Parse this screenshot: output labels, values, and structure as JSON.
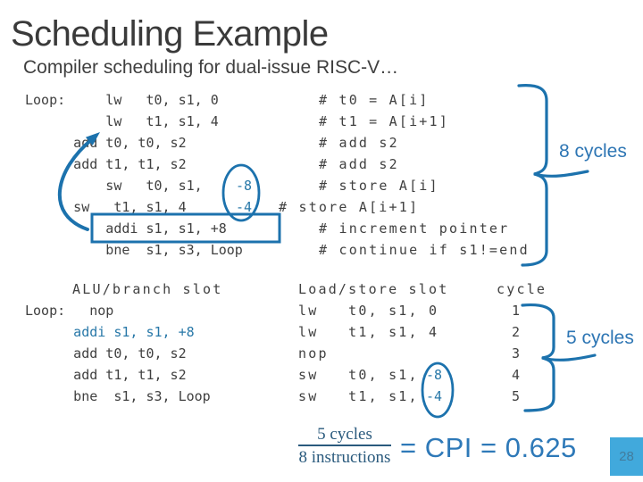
{
  "title": "Scheduling Example",
  "subtitle": "Compiler scheduling for dual-issue RISC-V…",
  "colors": {
    "ink_blue": "#1c72ad",
    "code_text": "#404040",
    "highlight_code_blue": "#2878a8",
    "cycles_label_blue": "#2e76b4",
    "formula_navy": "#2a5a7d",
    "formula_blue": "#2e79b8",
    "badge_bg": "#41a9dc",
    "badge_text": "#437c9d"
  },
  "code_block": {
    "lines": [
      {
        "code": "Loop:     lw   t0, s1, 0",
        "comment": "# t0 = A[i]"
      },
      {
        "code": "          lw   t1, s1, 4",
        "comment": "# t1 = A[i+1]"
      },
      {
        "code": "      add t0, t0, s2",
        "comment": "# add s2"
      },
      {
        "code": "      add t1, t1, s2",
        "comment": "# add s2"
      },
      {
        "code": "          sw   t0, s1,",
        "comment": "# store A[i]"
      },
      {
        "code": "      sw   t1, s1, 4",
        "comment": "# store A[i+1]"
      },
      {
        "code": "          addi s1, s1, +8",
        "comment": "# increment pointer"
      },
      {
        "code": "          bne  s1, s3, Loop",
        "comment": "# continue if s1!=end"
      }
    ],
    "annotations": {
      "offset1": "-8",
      "offset2": "-4",
      "brace_label": "8 cycles"
    }
  },
  "schedule_table": {
    "headers": {
      "alu": "ALU/branch slot",
      "load": "Load/store slot",
      "cycle": "cycle"
    },
    "alu_rows": [
      "Loop:   nop",
      "      addi s1, s1, +8",
      "      add t0, t0, s2",
      "      add t1, t1, s2",
      "      bne  s1, s3, Loop"
    ],
    "load_rows": [
      "lw   t0, s1, 0",
      "lw   t1, s1, 4",
      "nop",
      "sw   t0, s1,",
      "sw   t1, s1,"
    ],
    "cycle_rows": [
      "1",
      "2",
      "3",
      "4",
      "5"
    ],
    "annotations": {
      "offset1": "-8",
      "offset2": "-4",
      "brace_label": "5 cycles"
    }
  },
  "formula": {
    "numerator": "5 cycles",
    "denominator": "8 instructions",
    "result": "= CPI = 0.625"
  },
  "page_number": "28"
}
